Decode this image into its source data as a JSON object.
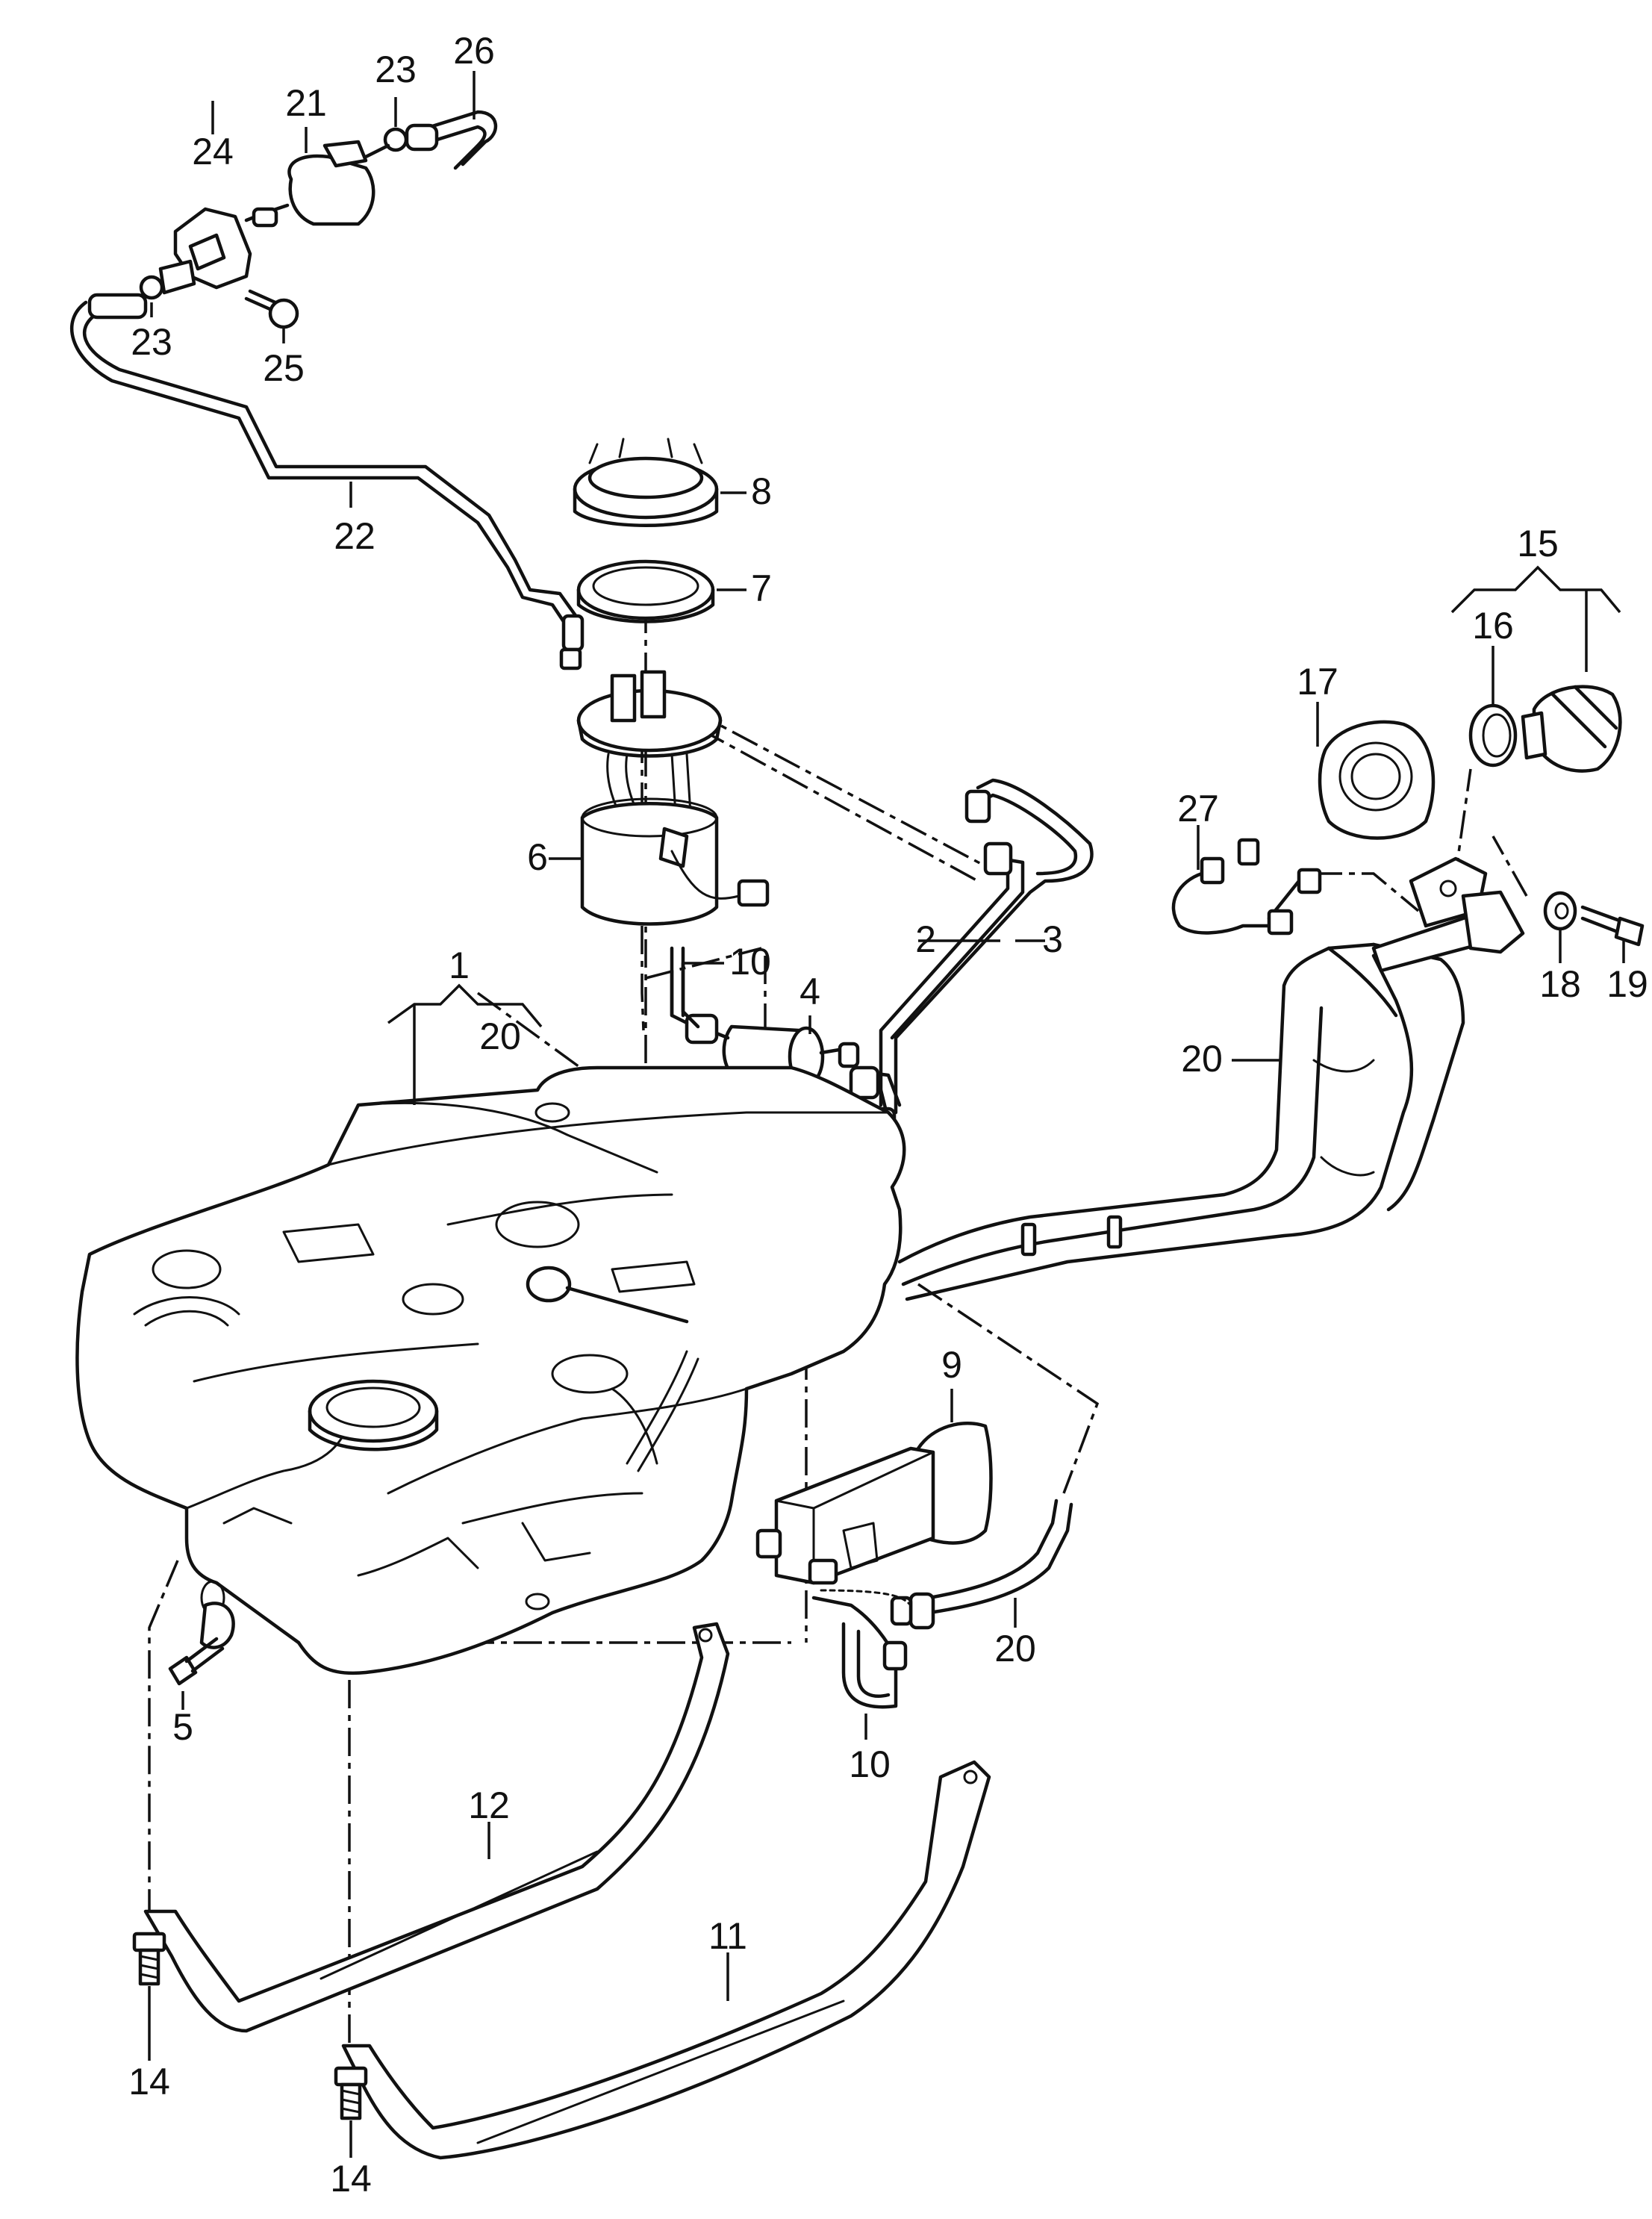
{
  "labels": {
    "c1": "1",
    "c2": "2",
    "c3": "3",
    "c4": "4",
    "c5": "5",
    "c6": "6",
    "c7": "7",
    "c8": "8",
    "c9": "9",
    "c10a": "10",
    "c10b": "10",
    "c11": "11",
    "c12": "12",
    "c14a": "14",
    "c14b": "14",
    "c15": "15",
    "c16": "16",
    "c17": "17",
    "c18": "18",
    "c19": "19",
    "c20a": "20",
    "c20b": "20",
    "c20c": "20",
    "c21": "21",
    "c22": "22",
    "c23a": "23",
    "c23b": "23",
    "c24": "24",
    "c25": "25",
    "c26": "26",
    "c27": "27"
  }
}
